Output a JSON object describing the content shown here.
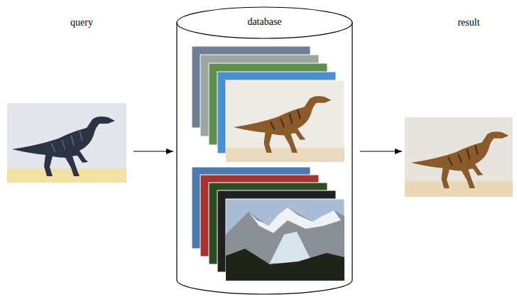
{
  "diagram": {
    "nodes": [
      {
        "text": [
          "query"
        ]
      },
      {
        "text": [
          "database"
        ]
      },
      {
        "text": [
          "result"
        ]
      }
    ],
    "edges": [
      {
        "from": 0,
        "to": 1,
        "arrow": "to"
      },
      {
        "from": 1,
        "to": 2,
        "arrow": "to"
      }
    ]
  }
}
